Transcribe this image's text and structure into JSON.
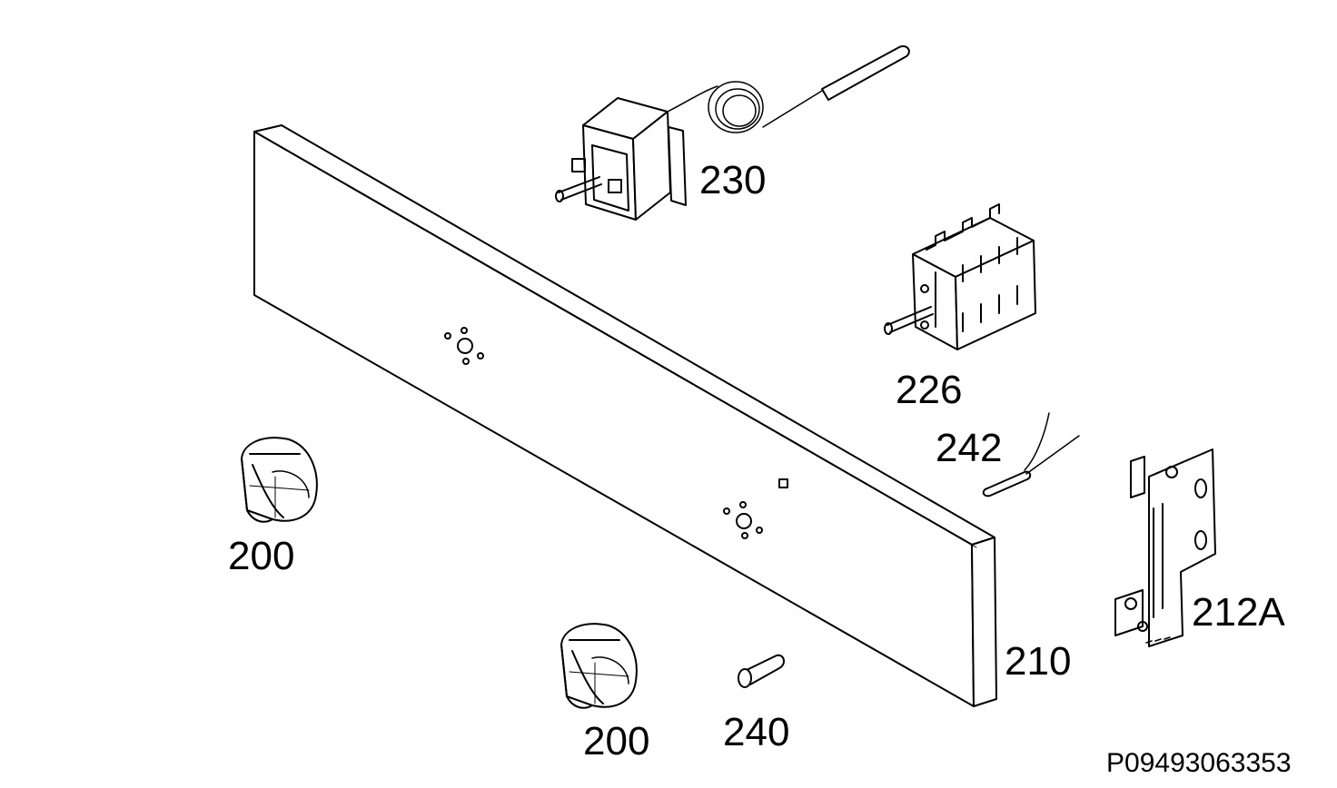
{
  "labels": {
    "thermostat": "230",
    "selector_switch": "226",
    "sensor": "242",
    "hinge_bracket": "212A",
    "panel": "210",
    "knob_left": "200",
    "knob_bottom": "200",
    "indicator_lamp": "240"
  },
  "drawing_code": "P09493063353"
}
